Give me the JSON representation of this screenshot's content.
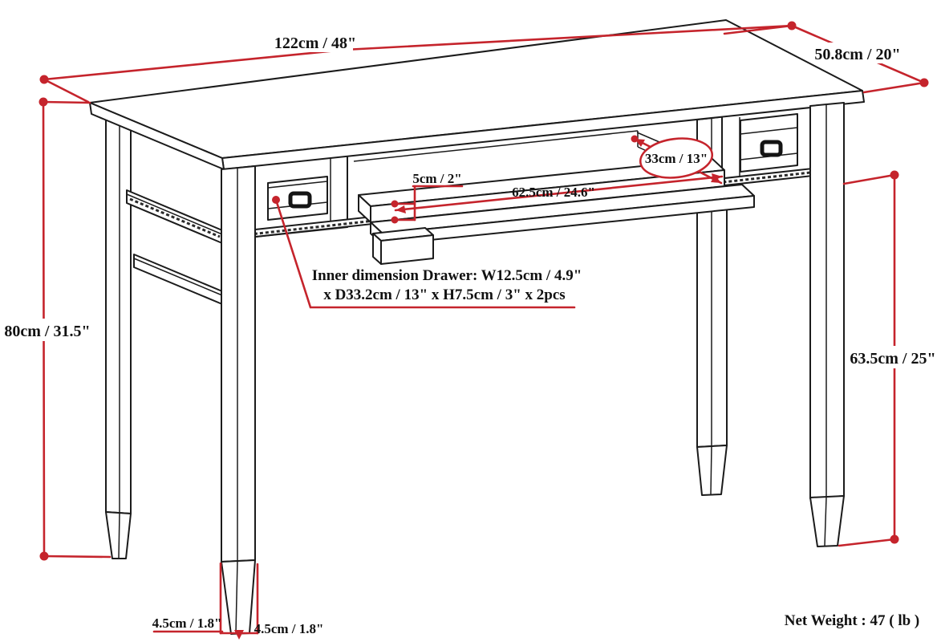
{
  "diagram": {
    "subject": "desk-dimension-drawing",
    "colors": {
      "ink": "#1b1b1b",
      "dimension_red": "#c5242c",
      "background": "#ffffff"
    },
    "labels": {
      "top_width": "122cm / 48\"",
      "top_depth": "50.8cm / 20\"",
      "overall_height": "80cm / 31.5\"",
      "leg_clearance": "63.5cm / 25\"",
      "tray_edge": "5cm / 2\"",
      "tray_width": "62.5cm / 24.6\"",
      "tray_depth": "33cm / 13\"",
      "foot_left": "4.5cm / 1.8\"",
      "foot_right": "4.5cm / 1.8\"",
      "drawer_note_line1": "Inner dimension Drawer: W12.5cm / 4.9\"",
      "drawer_note_line2": "x D33.2cm / 13\" x H7.5cm / 3\" x 2pcs",
      "net_weight": "Net Weight : 47 ( lb )"
    }
  }
}
